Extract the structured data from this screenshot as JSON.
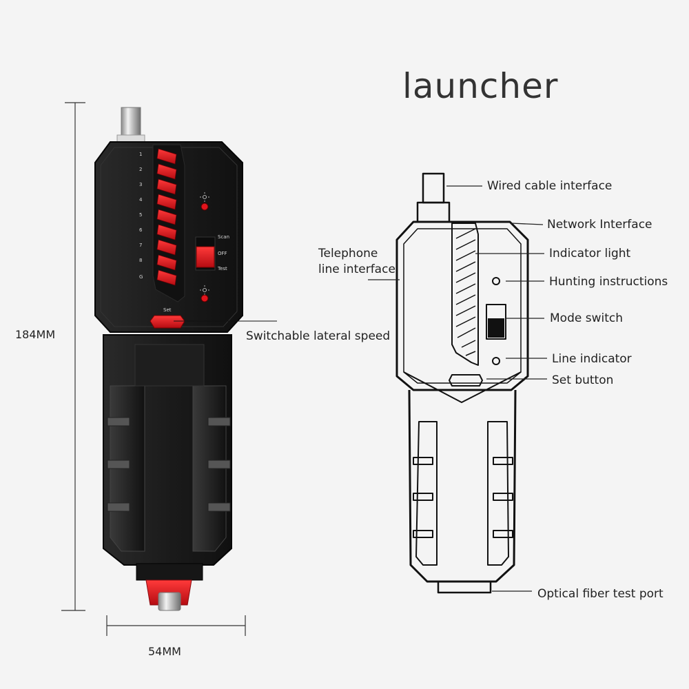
{
  "title": "launcher",
  "dimensions": {
    "height": "184MM",
    "width": "54MM"
  },
  "device": {
    "scale_labels": [
      "1",
      "2",
      "3",
      "4",
      "5",
      "6",
      "7",
      "8",
      "G"
    ],
    "mode_labels": {
      "scan": "Scan",
      "off": "OFF",
      "test": "Test"
    },
    "set_label": "Set",
    "side_label": "Switchable lateral speed"
  },
  "callouts": {
    "wired_cable": "Wired cable interface",
    "network": "Network Interface",
    "telephone_1": "Telephone",
    "telephone_2": "line interface",
    "indicator_light": "Indicator light",
    "hunting": "Hunting instructions",
    "mode_switch": "Mode switch",
    "line_indicator": "Line indicator",
    "set_button": "Set button",
    "fiber_port": "Optical fiber test port"
  },
  "colors": {
    "accent_red": "#d8101a",
    "body_dark": "#1a1a1a",
    "background": "#f4f4f4"
  }
}
